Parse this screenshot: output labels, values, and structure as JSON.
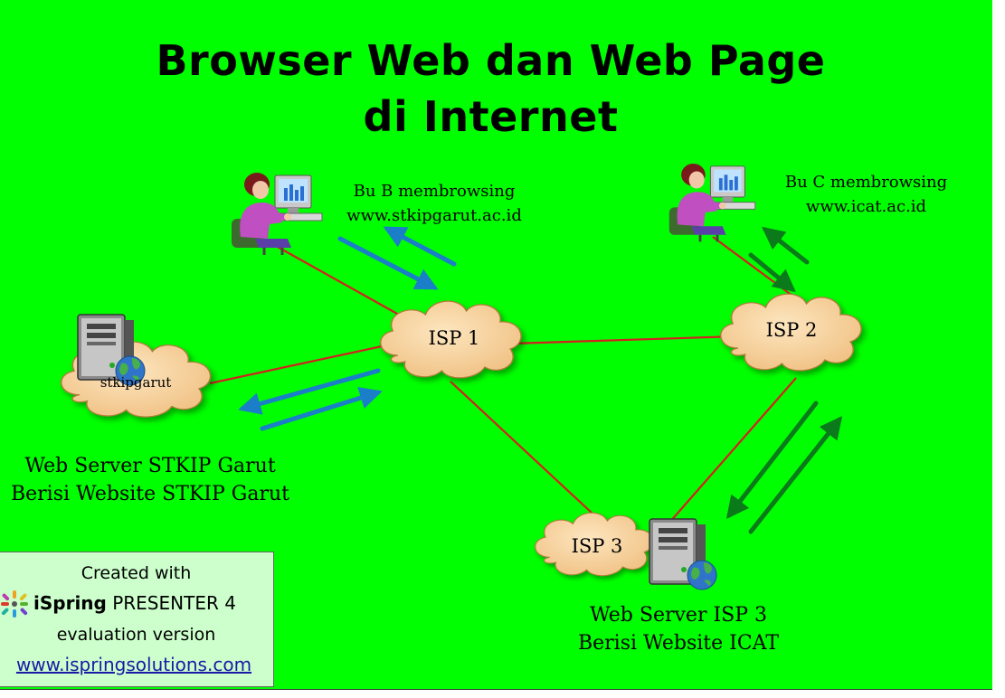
{
  "title": {
    "line1": "Browser Web dan Web Page",
    "line2": "di Internet"
  },
  "nodes": {
    "isp1": "ISP 1",
    "isp2": "ISP 2",
    "isp3": "ISP 3",
    "stkip_cloud": "stkipgarut"
  },
  "captions": {
    "user_b": [
      "Bu B membrowsing",
      "www.stkipgarut.ac.id"
    ],
    "user_c": [
      "Bu C membrowsing",
      "www.icat.ac.id"
    ],
    "server_stkip": [
      "Web Server STKIP Garut",
      "Berisi Website STKIP Garut"
    ],
    "server_isp3": [
      "Web Server ISP 3",
      "Berisi Website ICAT"
    ]
  },
  "watermark": {
    "line1": "Created with",
    "brand_bold": "iSpring",
    "brand_rest": " PRESENTER 4",
    "line3": "evaluation version",
    "link": "www.ispringsolutions.com"
  },
  "colors": {
    "background": "#00ff00",
    "connection_line": "#d42020",
    "arrow_blue": "#1a7fc8",
    "arrow_green": "#0a7a1a",
    "cloud_fill": "#f7d6a0",
    "watermark_bg": "#ccffcc"
  },
  "icons": {
    "user": "person-at-computer-icon",
    "server": "server-tower-globe-icon",
    "cloud": "network-cloud-icon"
  }
}
